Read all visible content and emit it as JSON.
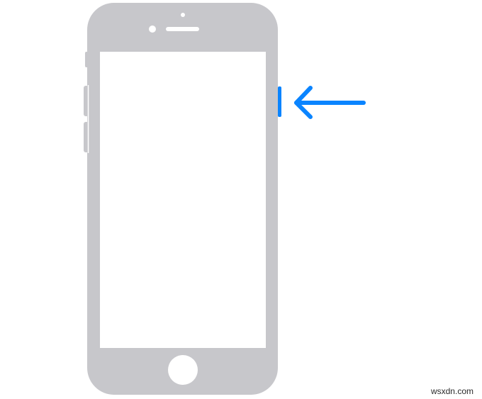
{
  "illustration": {
    "device": "phone-without-notch",
    "highlighted_control": "side-button",
    "callout": "arrow-pointing-left"
  },
  "icons": [
    "phone-illustration",
    "side-button",
    "arrow-left-icon",
    "home-button",
    "front-camera-icon",
    "earpiece-speaker"
  ],
  "colors": {
    "phone_body": "#c7c7cb",
    "screen": "#ffffff",
    "accent": "#0a84ff",
    "background": "#ffffff"
  },
  "watermark": "wsxdn.com"
}
